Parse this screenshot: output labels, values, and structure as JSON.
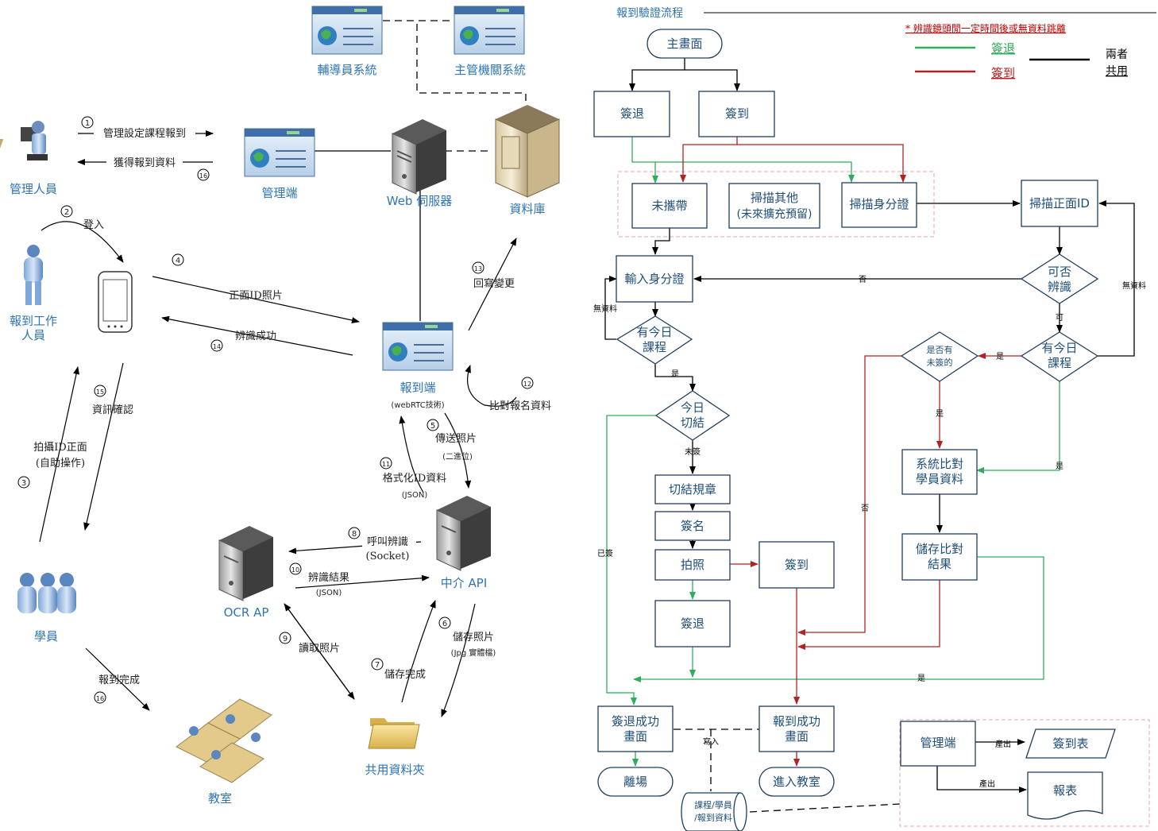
{
  "arch": {
    "counselor_system": "輔導員系統",
    "agency_system": "主管機關系統",
    "admin_person": "管理人員",
    "admin_client": "管理端",
    "web_server": "Web 伺服器",
    "database": "資料庫",
    "checkin_staff_l1": "報到工作",
    "checkin_staff_l2": "人員",
    "checkin_client": "報到端",
    "checkin_client_sub": "(webRTC技術)",
    "ocr_ap": "OCR AP",
    "middleware_api": "中介 API",
    "student": "學員",
    "shared_folder": "共用資料夾",
    "classroom": "教室",
    "steps": {
      "n1": "1",
      "s1": "管理設定課程報到",
      "s16a": "獲得報到資料",
      "n16a": "16",
      "n2": "2",
      "s2": "登入",
      "n4": "4",
      "s4": "正面ID照片",
      "n14": "14",
      "s14": "辨識成功",
      "n13": "13",
      "s13": "回寫變更",
      "n12": "12",
      "s12": "比對報名資料",
      "n15": "15",
      "s15": "資訊確認",
      "s3a": "拍攝ID正面",
      "s3b": "(自助操作)",
      "n3": "3",
      "n5": "5",
      "s5": "傳送照片",
      "s5b": "(二進位)",
      "n11": "11",
      "s11": "格式化ID資料",
      "s11b": "(JSON)",
      "n8": "8",
      "s8": "呼叫辨識",
      "s8b": "(Socket)",
      "n10": "10",
      "s10": "辨識結果",
      "s10b": "(JSON)",
      "n9": "9",
      "s9": "讀取照片",
      "n7": "7",
      "s7": "儲存完成",
      "n6": "6",
      "s6": "儲存照片",
      "s6b": "(Jpg 實體檔)",
      "s16b": "報到完成",
      "n16b": "16"
    }
  },
  "flow": {
    "title": "報到驗證流程",
    "note": "* 辨識鏡頭閒一定時間後或無資料跳離",
    "legend": {
      "checkout": "簽退",
      "checkin": "簽到",
      "shared_l1": "兩者",
      "shared_l2": "共用"
    },
    "colors": {
      "checkout": "#2fad5a",
      "checkin": "#b22222",
      "shared": "#000000",
      "box_stroke": "#1f3d5c",
      "text": "#1f4e79"
    },
    "nodes": {
      "main": "主畫面",
      "checkout": "簽退",
      "checkin": "簽到",
      "not_brought": "未攜帶",
      "scan_other_l1": "掃描其他",
      "scan_other_l2": "(未來擴充預留)",
      "scan_id": "掃描身分證",
      "scan_front": "掃描正面ID",
      "input_id": "輸入身分證",
      "recog_l1": "可否",
      "recog_l2": "辨識",
      "today_course_left_l1": "有今日",
      "today_course_left_l2": "課程",
      "today_course_right_l1": "有今日",
      "today_course_right_l2": "課程",
      "unsigned_l1": "是否有",
      "unsigned_l2": "未簽的",
      "today_commit_l1": "今日",
      "today_commit_l2": "切結",
      "commit_rules": "切結規章",
      "sign": "簽名",
      "photo": "拍照",
      "checkin2": "簽到",
      "checkout2": "簽退",
      "sys_compare_l1": "系統比對",
      "sys_compare_l2": "學員資料",
      "save_compare_l1": "儲存比對",
      "save_compare_l2": "結果",
      "checkout_ok_l1": "簽退成功",
      "checkout_ok_l2": "畫面",
      "checkin_ok_l1": "報到成功",
      "checkin_ok_l2": "畫面",
      "leave": "離場",
      "enter_class": "進入教室",
      "db_l1": "課程/學員",
      "db_l2": "/報到資料",
      "admin": "管理端",
      "signin_sheet": "簽到表",
      "report": "報表"
    },
    "labels": {
      "no": "否",
      "no_data_left": "無資料",
      "no_data_right": "無資料",
      "can": "可",
      "yes1": "是",
      "yes2": "是",
      "yes3": "是",
      "yes4": "是",
      "yes5": "是",
      "not_signed": "未簽",
      "signed": "已簽",
      "no2": "否",
      "write": "寫入",
      "output1": "產出",
      "output2": "產出"
    }
  }
}
